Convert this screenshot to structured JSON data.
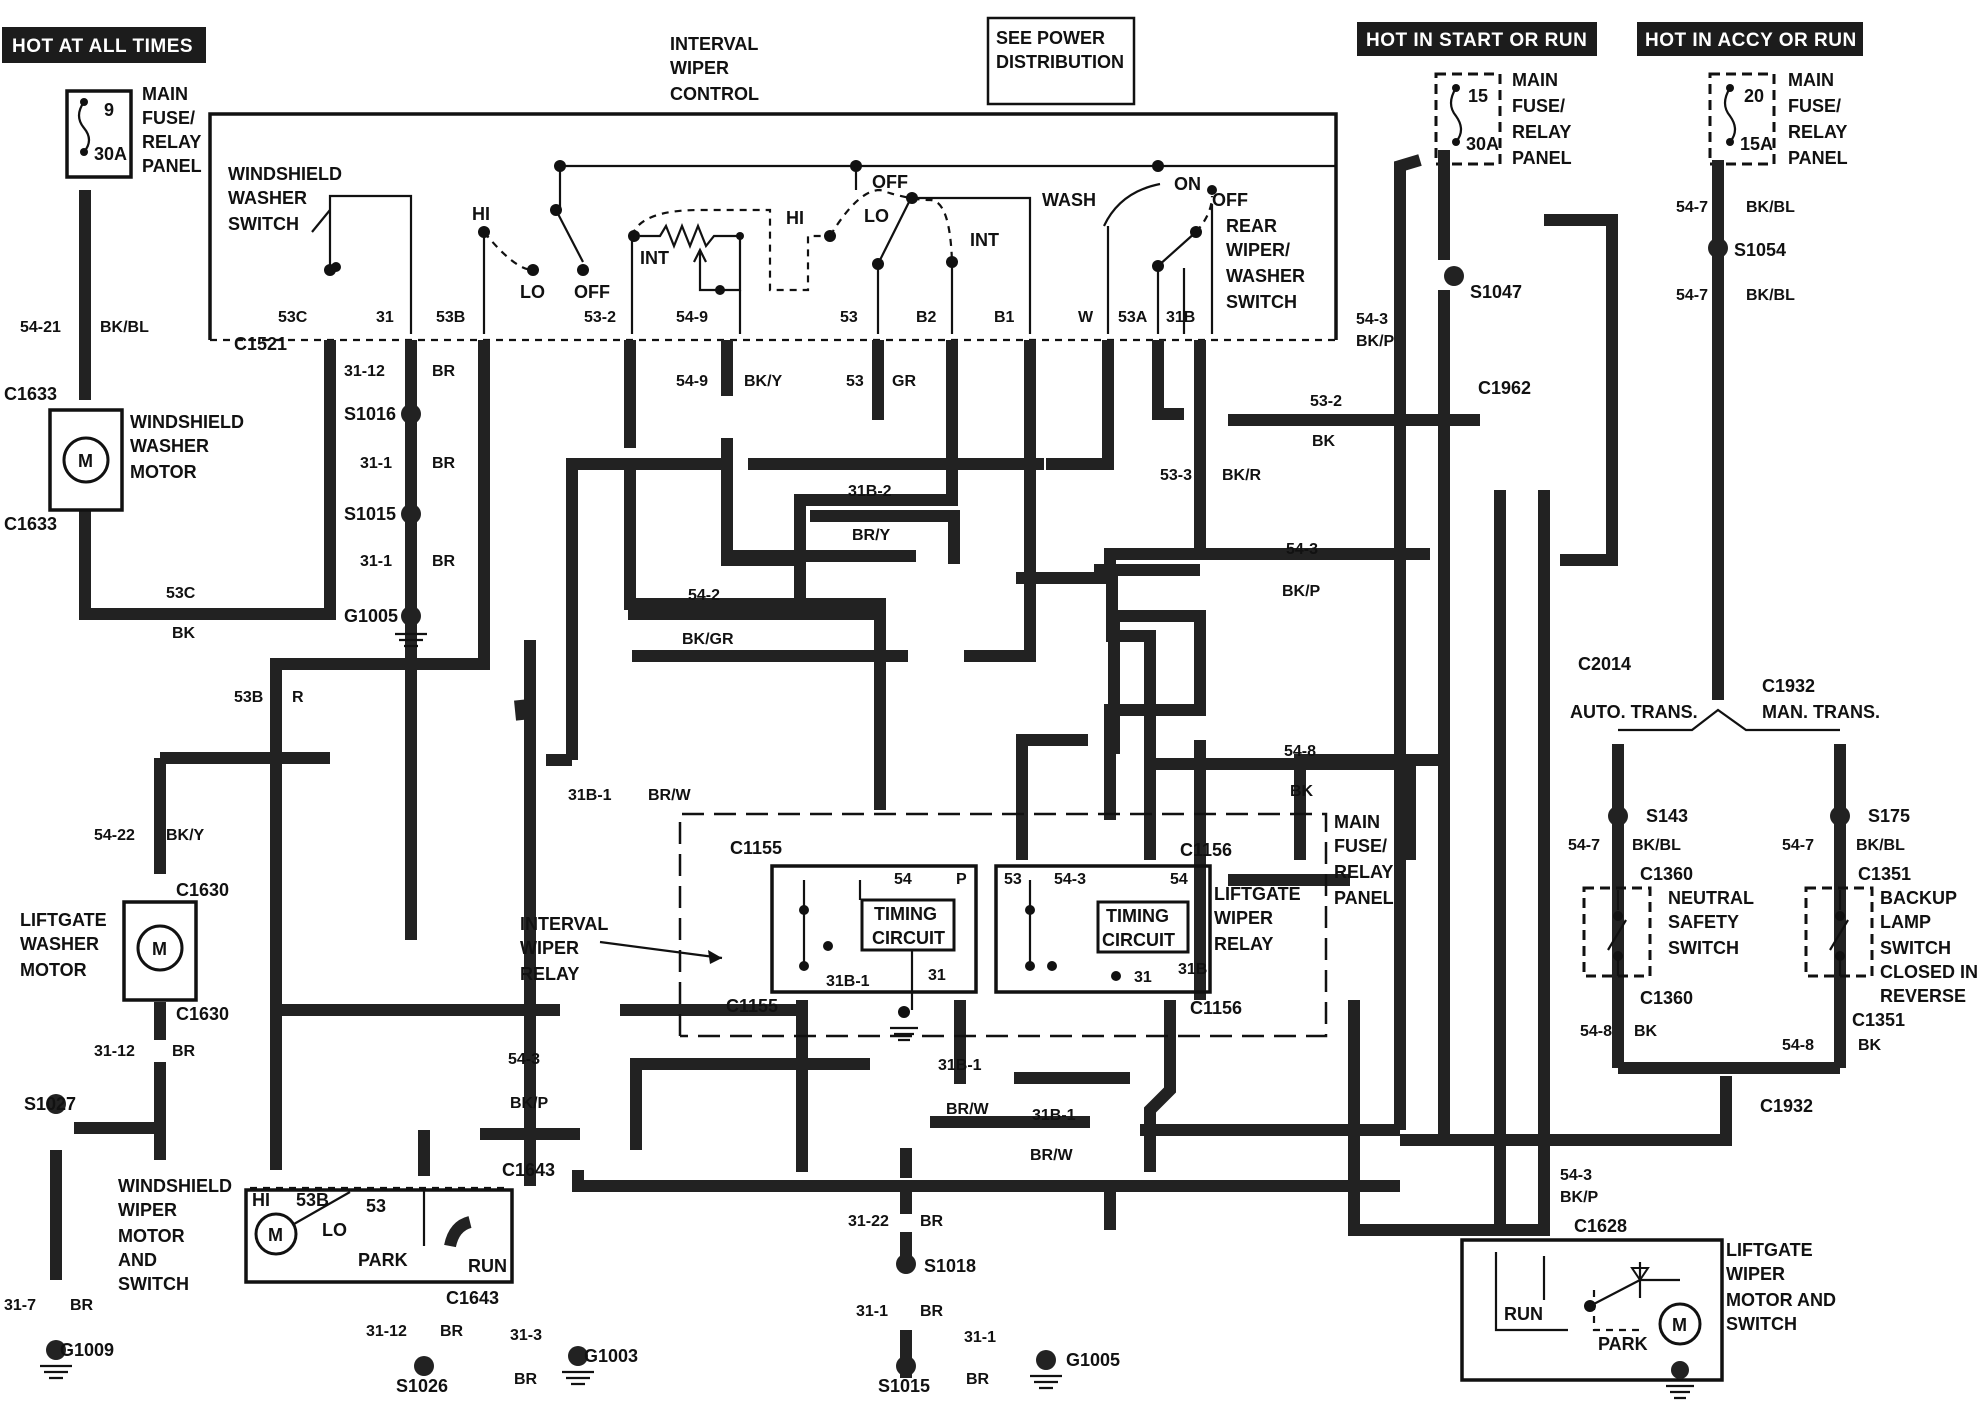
{
  "headers": {
    "hot_all_times": "HOT AT ALL TIMES",
    "hot_start_run": "HOT IN START OR RUN",
    "hot_accy_run": "HOT IN ACCY OR RUN"
  },
  "power_ref": {
    "line1": "SEE POWER",
    "line2": "DISTRIBUTION"
  },
  "fuses": [
    {
      "num": "9",
      "amp": "30A",
      "label": [
        "MAIN",
        "FUSE/",
        "RELAY",
        "PANEL"
      ]
    },
    {
      "num": "15",
      "amp": "30A",
      "label": [
        "MAIN",
        "FUSE/",
        "RELAY",
        "PANEL"
      ]
    },
    {
      "num": "20",
      "amp": "15A",
      "label": [
        "MAIN",
        "FUSE/",
        "RELAY",
        "PANEL"
      ]
    }
  ],
  "switch_assembly": {
    "washer_switch": [
      "WINDSHIELD",
      "WASHER",
      "SWITCH"
    ],
    "interval_control": [
      "INTERVAL",
      "WIPER",
      "CONTROL"
    ],
    "rear_switch": [
      "REAR",
      "WIPER/",
      "WASHER",
      "SWITCH"
    ],
    "positions": {
      "hi": "HI",
      "lo": "LO",
      "off": "OFF",
      "int": "INT",
      "wash": "WASH",
      "on": "ON"
    },
    "connector": "C1521",
    "pins": [
      "53C",
      "31",
      "53B",
      "53-2",
      "54-9",
      "53",
      "B2",
      "B1",
      "W",
      "53A",
      "31B"
    ]
  },
  "components": {
    "ws_washer_motor": [
      "WINDSHIELD",
      "WASHER",
      "MOTOR"
    ],
    "lg_washer_motor": [
      "LIFTGATE",
      "WASHER",
      "MOTOR"
    ],
    "ws_wiper_motor": [
      "WINDSHIELD",
      "WIPER",
      "MOTOR",
      "AND",
      "SWITCH"
    ],
    "interval_relay": [
      "INTERVAL",
      "WIPER",
      "RELAY"
    ],
    "lg_wiper_relay": [
      "LIFTGATE",
      "WIPER",
      "RELAY"
    ],
    "relay_panel": [
      "MAIN",
      "FUSE/",
      "RELAY",
      "PANEL"
    ],
    "timing": [
      "TIMING",
      "CIRCUIT"
    ],
    "neutral_switch": [
      "NEUTRAL",
      "SAFETY",
      "SWITCH"
    ],
    "backup_switch": [
      "BACKUP",
      "LAMP",
      "SWITCH",
      "CLOSED IN",
      "REVERSE"
    ],
    "lg_wiper_motor": [
      "LIFTGATE",
      "WIPER",
      "MOTOR AND",
      "SWITCH"
    ],
    "auto_trans": "AUTO. TRANS.",
    "man_trans": "MAN. TRANS.",
    "park": "PARK",
    "run": "RUN",
    "motor": "M",
    "m_hi": "HI",
    "m_lo": "LO",
    "m_53b": "53B",
    "m_53": "53",
    "r_54": "54",
    "r_p": "P",
    "r_31b1": "31B-1",
    "r_31": "31",
    "r_53": "53",
    "r_543": "54-3",
    "r_31b": "31B"
  },
  "connectors": {
    "c1633": "C1633",
    "c1630": "C1630",
    "c1643": "C1643",
    "c1155": "C1155",
    "c1156": "C1156",
    "c1962": "C1962",
    "c2014": "C2014",
    "c1932": "C1932",
    "c1360": "C1360",
    "c1351": "C1351",
    "c1628": "C1628"
  },
  "splices": {
    "s1016": "S1016",
    "s1015": "S1015",
    "s1027": "S1027",
    "s1026": "S1026",
    "s1018": "S1018",
    "s1047": "S1047",
    "s1054": "S1054",
    "s143": "S143",
    "s175": "S175"
  },
  "grounds": {
    "g1005": "G1005",
    "g1009": "G1009",
    "g1003": "G1003"
  },
  "wires": {
    "w5421": "54-21",
    "bkbl": "BK/BL",
    "w53c": "53C",
    "bk": "BK",
    "w3112": "31-12",
    "br": "BR",
    "w311": "31-1",
    "w53b": "53B",
    "r": "R",
    "w5422": "54-22",
    "bky": "BK/Y",
    "w317": "31-7",
    "w549": "54-9",
    "w53": "53",
    "gr": "GR",
    "w31b2": "31B-2",
    "bry": "BR/Y",
    "w542": "54-2",
    "bkgr": "BK/GR",
    "w31b1": "31B-1",
    "brw": "BR/W",
    "w543": "54-3",
    "bkp": "BK/P",
    "w532": "53-2",
    "w533": "53-3",
    "bkr": "BK/R",
    "w548": "54-8",
    "w3122": "31-22",
    "w313": "31-3",
    "w547": "54-7"
  }
}
